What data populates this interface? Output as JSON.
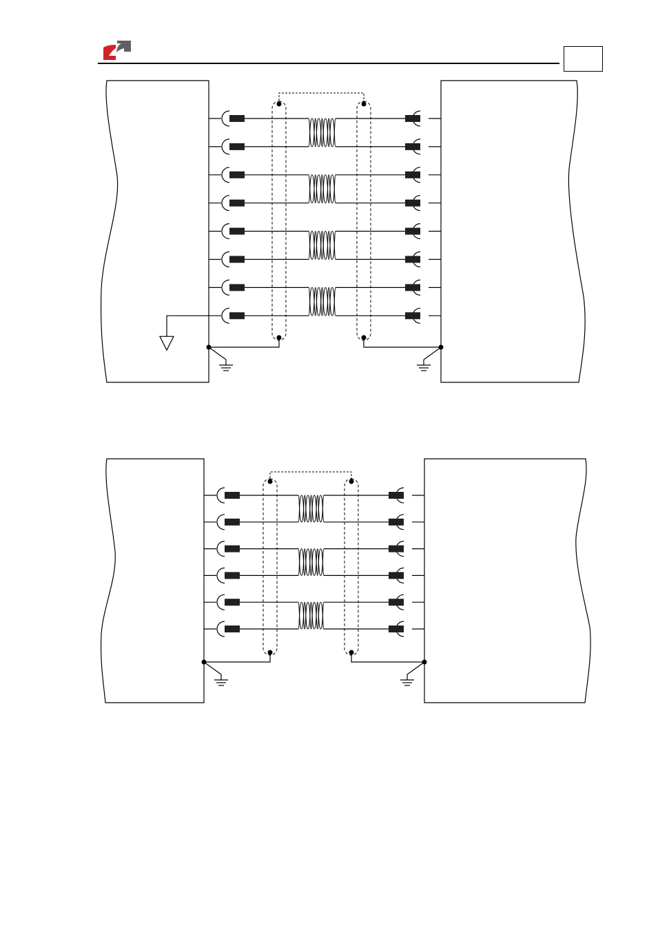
{
  "header": {
    "logo_icon": "company-logo",
    "brand_colors": {
      "red": "#d3222a",
      "gray": "#5f6062"
    },
    "page_number": ""
  },
  "diagrams": [
    {
      "pairs": 4,
      "has_signal_ground": true
    },
    {
      "pairs": 3,
      "has_signal_ground": false
    }
  ],
  "style": {
    "stroke": "#000000",
    "connector_fill": "#231f20"
  }
}
